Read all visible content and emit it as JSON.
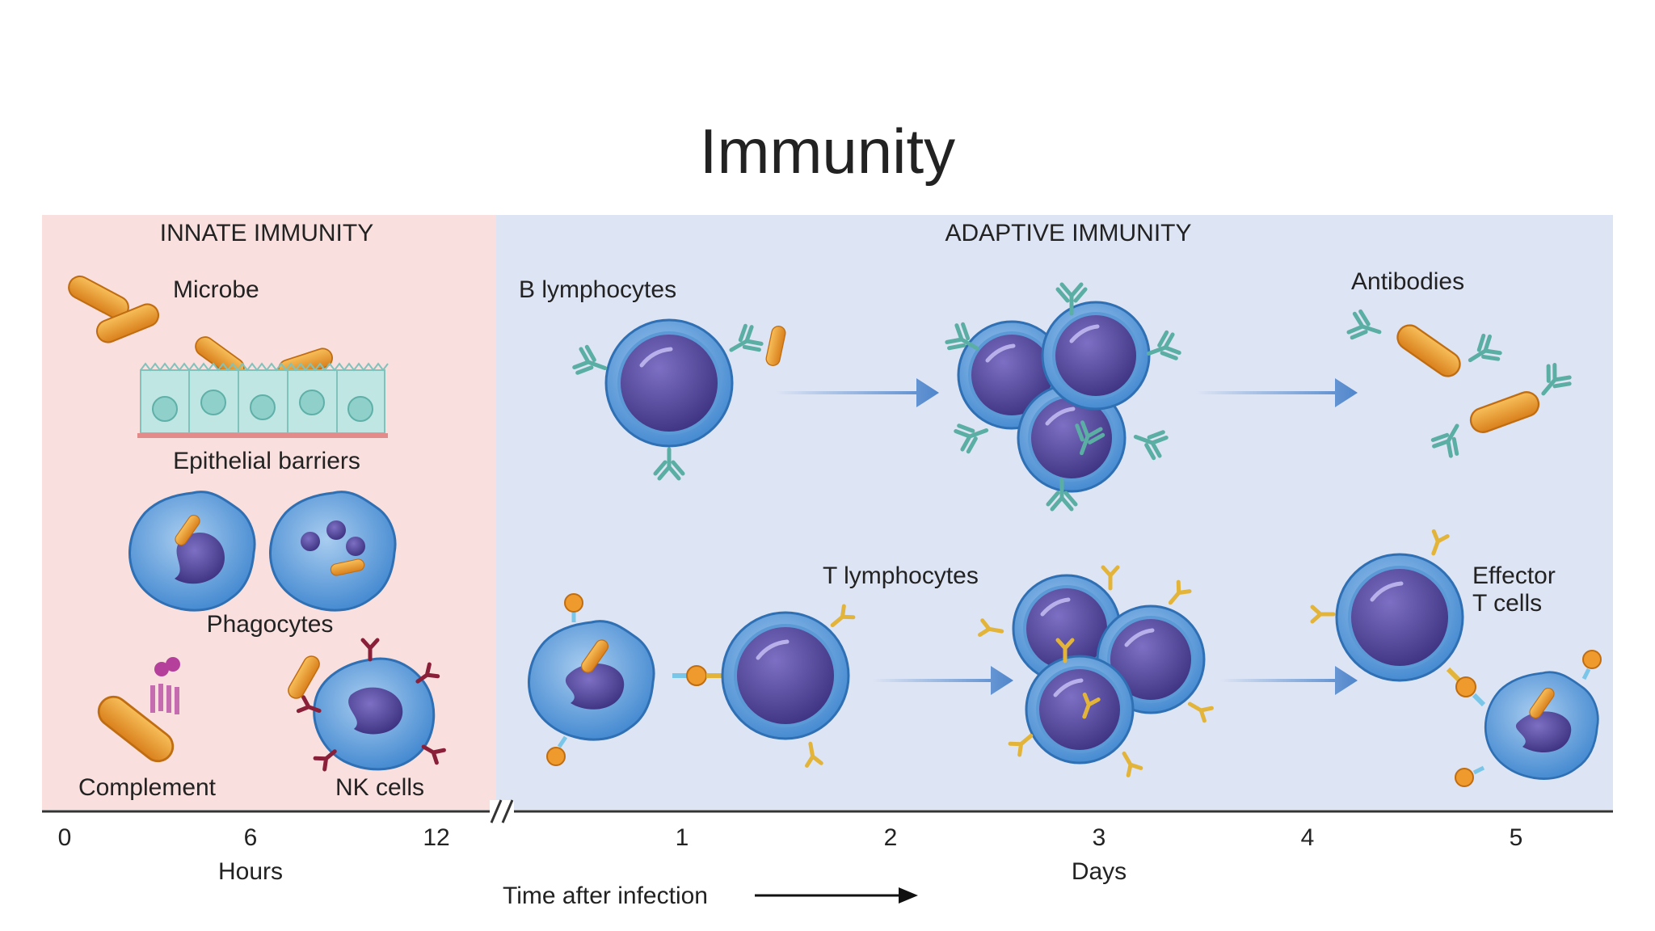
{
  "title": "Immunity",
  "colors": {
    "innate_bg": "#f9e0de",
    "adaptive_bg": "#dde4f4",
    "microbe": "#ef9a2c",
    "cell_outer": "#5b9ad6",
    "cell_nucleus": "#4a3f8e",
    "antibody": "#5aaea4",
    "receptor": "#e3b43a",
    "nk_receptor": "#8a1f3a",
    "arrow": "#5b8fd0",
    "epithelium": "#bfe6e2"
  },
  "innate": {
    "heading": "INNATE IMMUNITY",
    "microbe": "Microbe",
    "epithelial": "Epithelial barriers",
    "phagocytes": "Phagocytes",
    "complement": "Complement",
    "nk_cells": "NK cells"
  },
  "adaptive": {
    "heading": "ADAPTIVE IMMUNITY",
    "b_lymphocytes": "B lymphocytes",
    "antibodies": "Antibodies",
    "t_lymphocytes": "T lymphocytes",
    "effector_line1": "Effector",
    "effector_line2": "T cells"
  },
  "timeline": {
    "hour_ticks": [
      "0",
      "6",
      "12"
    ],
    "day_ticks": [
      "1",
      "2",
      "3",
      "4",
      "5"
    ],
    "hours_label": "Hours",
    "days_label": "Days",
    "time_label": "Time after infection"
  }
}
